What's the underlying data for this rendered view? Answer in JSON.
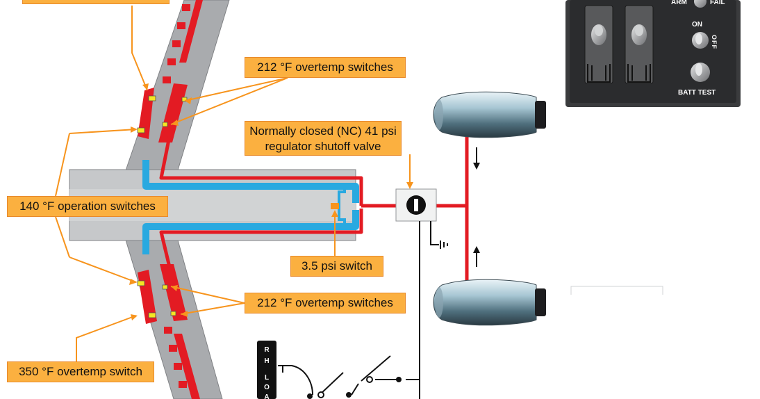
{
  "callouts": {
    "top_partial": "",
    "overtemp_212_top": "212 °F overtemp switches",
    "nc_valve_line1": "Normally closed (NC) 41 psi",
    "nc_valve_line2": "regulator shutoff valve",
    "operation_140": "140 °F operation switches",
    "psi_switch": "3.5 psi switch",
    "overtemp_212_bottom": "212 °F overtemp switches",
    "overtemp_350": "350 °F overtemp switch"
  },
  "panel": {
    "arm_label": "ARM",
    "fail_label": "FAIL",
    "on_label": "ON",
    "off_label": "OFF",
    "batt_test_label": "BATT TEST"
  },
  "switch_box": {
    "letters": [
      "R",
      "H",
      "L",
      "O",
      "A"
    ]
  },
  "colors": {
    "callout_fill": "#fbb040",
    "callout_border": "#e8892b",
    "hot_duct": "#e31b23",
    "cool_duct": "#29a9e0",
    "wing": "#a9abae",
    "panel": "#2e2f31"
  }
}
